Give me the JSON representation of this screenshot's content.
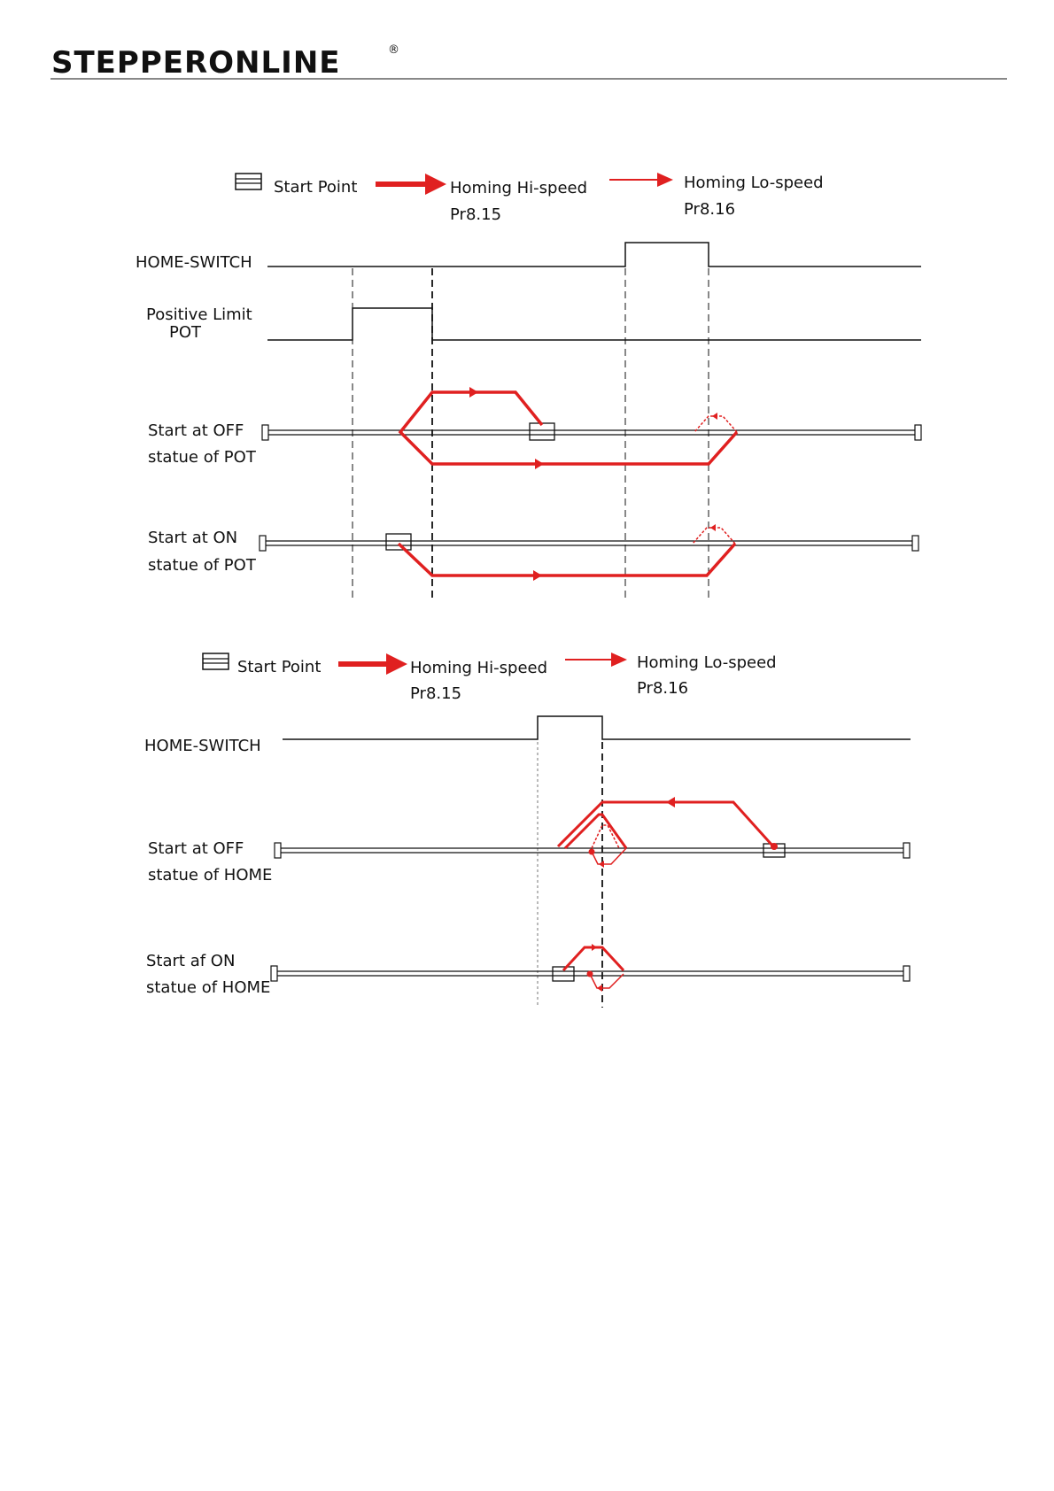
{
  "header": {
    "brand": "STEPPERONLINE",
    "registered_mark": "®"
  },
  "diagram1": {
    "legend": {
      "start_point": "Start Point",
      "hi_speed": "Homing Hi-speed",
      "hi_param": "Pr8.15",
      "lo_speed": "Homing Lo-speed",
      "lo_param": "Pr8.16"
    },
    "signals": {
      "home_switch": "HOME-SWITCH",
      "positive_limit": "Positive Limit",
      "pot": "POT"
    },
    "cases": [
      {
        "line1": "Start at OFF",
        "line2": "statue of POT"
      },
      {
        "line1": "Start at ON",
        "line2": "statue of POT"
      }
    ]
  },
  "diagram2": {
    "legend": {
      "start_point": "Start Point",
      "hi_speed": "Homing Hi-speed",
      "hi_param": "Pr8.15",
      "lo_speed": "Homing Lo-speed",
      "lo_param": "Pr8.16"
    },
    "signals": {
      "home_switch": "HOME-SWITCH"
    },
    "cases": [
      {
        "line1": "Start at OFF",
        "line2": "statue of HOME"
      },
      {
        "line1": "Start af ON",
        "line2": "statue of HOME"
      }
    ]
  },
  "colors": {
    "path_red": "#e02020",
    "line_black": "#111111"
  }
}
